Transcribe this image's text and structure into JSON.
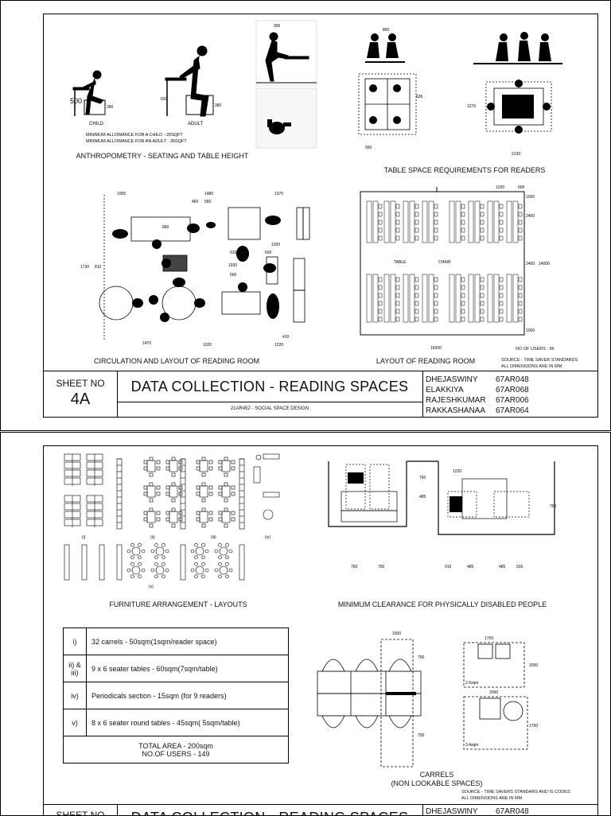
{
  "sheet_a": {
    "anthro": {
      "title": "ANTHROPOMETRY - SEATING AND TABLE HEIGHT",
      "child": "CHILD",
      "adult": "ADULT",
      "allow1": "MINIMUM ALLOWANCE FOR A CHILD  - 20SQFT",
      "allow2": "MINIMUM ALLOWANCE FOR AN ADULT - 35SQFT",
      "d500": "500",
      "d280": "280",
      "d600": "600",
      "d380": "380",
      "d900": "900"
    },
    "table_space": {
      "title": "TABLE SPACE REQUIREMENTS FOR READERS",
      "d860": "860",
      "d635": "635",
      "d1270": "1270",
      "d2130": "2130",
      "d560": "560"
    },
    "circulation": {
      "title": "CIRCULATION AND LAYOUT OF READING ROOM",
      "dims": [
        "1065",
        "1480",
        "1370",
        "460",
        "560",
        "860",
        "1200",
        "600",
        "910",
        "1930",
        "1730",
        "810",
        "566",
        "1470",
        "1020",
        "1220",
        "410"
      ]
    },
    "layout": {
      "title": "LAYOUT OF READING ROOM",
      "table": "TABLE",
      "chair": "CHAIR",
      "users": "NO OF USERS : 96",
      "source": "SOURCE - TIME SAVER STANDARDS",
      "dims_note": "ALL DIMENSIONS ARE IN MM",
      "d16000": "16000",
      "d14000": "14000",
      "d2400": "2400",
      "d1000": "1000",
      "d1200": "1200",
      "d600": "600"
    },
    "title_block": {
      "sheet_label": "SHEET NO",
      "sheet_no": "4A",
      "title": "DATA COLLECTION - READING SPACES",
      "course": "21AR452 - SOCIAL SPACE DESIGN",
      "members": [
        {
          "name": "DHEJASWINY",
          "id": "67AR048"
        },
        {
          "name": "ELAKKIYA",
          "id": "67AR068"
        },
        {
          "name": "RAJESHKUMAR",
          "id": "67AR006"
        },
        {
          "name": "RAKKASHANAA",
          "id": "67AR064"
        }
      ]
    }
  },
  "sheet_b": {
    "furniture": {
      "title": "FURNITURE ARRANGEMENT - LAYOUTS",
      "labels": [
        "(i)",
        "(ii)",
        "(iii)",
        "(iv)",
        "(v)"
      ]
    },
    "clearance": {
      "title": "MINIMUM CLEARANCE FOR PHYSICALLY DISABLED PEOPLE",
      "dims": [
        "1220",
        "760",
        "485",
        "760",
        "760",
        "915",
        "485",
        "485",
        "915",
        "760"
      ]
    },
    "areas": {
      "rows": [
        {
          "key": "i)",
          "text": "32 carrels - 50sqm(1sqm/reader space)"
        },
        {
          "key": "ii) & iii)",
          "text": "9 x 6 seater tables - 60sqm(7sqm/table)"
        },
        {
          "key": "iv)",
          "text": "Periodicals section - 15sqm (for 9 readers)"
        },
        {
          "key": "v)",
          "text": "8 x 6 seater round tables - 45sqm( 5sqm/table)"
        }
      ],
      "total": "TOTAL AREA - 200sqm",
      "users": "NO.OF USERS - 149"
    },
    "carrels": {
      "title1": "CARRELS",
      "title2": "(NON LOOKABLE SPACES)",
      "source": "SOURCE - TIME SAVERS STANDARS AND IS CODES",
      "dims_note": "ALL DIMENSIONS ARE IN MM.",
      "d1000": "1000",
      "d750a": "750",
      "d750b": "750",
      "d1700a": "1700",
      "d1500": "1500",
      "d2000": "2000",
      "d1700b": "1700",
      "a1": "2.6sqm",
      "a2": "3.4sqm"
    },
    "title_block": {
      "sheet_label": "SHEET NO",
      "title": "DATA COLLECTION - READING SPACES",
      "member_name": "DHEJASWINY",
      "member_id": "67AR048"
    }
  }
}
